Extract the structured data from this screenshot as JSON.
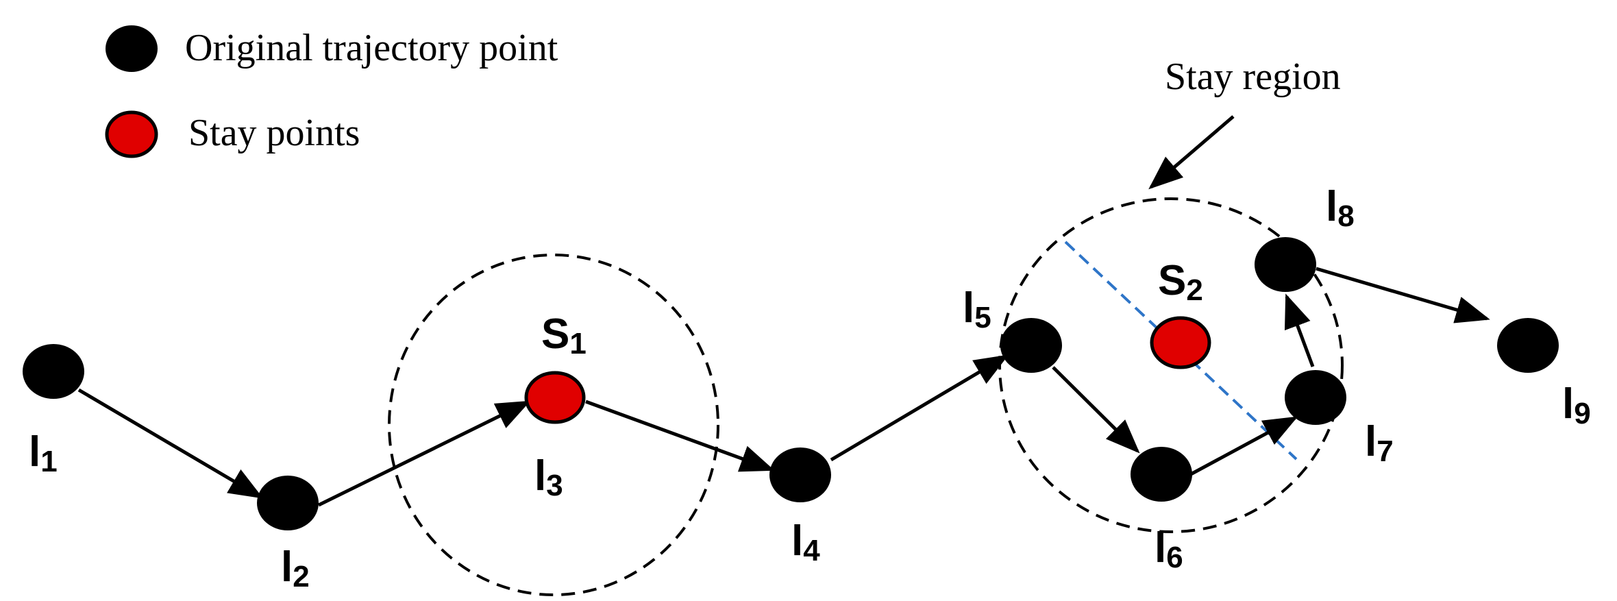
{
  "legend": {
    "original_label": "Original trajectory point",
    "stay_label": "Stay points"
  },
  "annotation": {
    "stay_region_label": "Stay region"
  },
  "points": [
    {
      "id": "l1",
      "main": "l",
      "sub": "1"
    },
    {
      "id": "l2",
      "main": "l",
      "sub": "2"
    },
    {
      "id": "l3",
      "main": "l",
      "sub": "3"
    },
    {
      "id": "l4",
      "main": "l",
      "sub": "4"
    },
    {
      "id": "l5",
      "main": "l",
      "sub": "5"
    },
    {
      "id": "l6",
      "main": "l",
      "sub": "6"
    },
    {
      "id": "l7",
      "main": "l",
      "sub": "7"
    },
    {
      "id": "l8",
      "main": "l",
      "sub": "8"
    },
    {
      "id": "l9",
      "main": "l",
      "sub": "9"
    }
  ],
  "stay_points": [
    {
      "id": "s1",
      "main": "S",
      "sub": "1"
    },
    {
      "id": "s2",
      "main": "S",
      "sub": "2"
    }
  ],
  "colors": {
    "trajectory_point": "#000000",
    "stay_point": "#e00000",
    "diameter_line": "#2e75c8",
    "stroke": "#000000"
  }
}
